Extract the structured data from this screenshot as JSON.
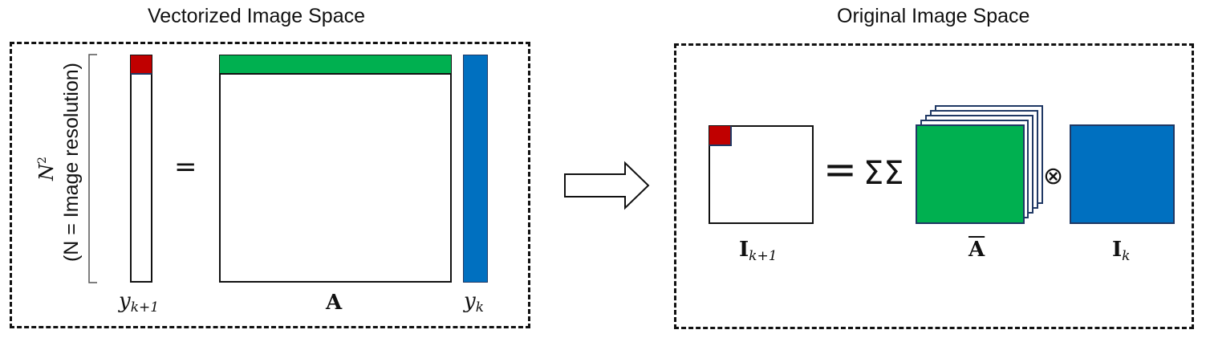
{
  "left_panel": {
    "title": "Vectorized Image Space",
    "n_squared": {
      "base": "N",
      "exp": "2"
    },
    "resolution_note": "(N = Image resolution)",
    "equals_symbol": "=",
    "labels": {
      "y_next_base": "y",
      "y_next_sub": "k+1",
      "matrix": "A",
      "y_k_base": "y",
      "y_k_sub": "k"
    }
  },
  "right_panel": {
    "title": "Original Image Space",
    "equals_symbol": "=",
    "double_sum_symbol": "ΣΣ",
    "convolution_symbol": "⊗",
    "labels": {
      "i_next_base": "I",
      "i_next_sub": "k+1",
      "a_bar": "A",
      "i_k_base": "I",
      "i_k_sub": "k"
    }
  },
  "colors": {
    "highlight_pixel": "#c00000",
    "matrix_row": "#00b050",
    "vector_column": "#0070c0",
    "kernel_fill": "#00b050",
    "image_fill": "#0070c0",
    "kernel_stack_border": "#1f3864",
    "outline": "#111111"
  }
}
